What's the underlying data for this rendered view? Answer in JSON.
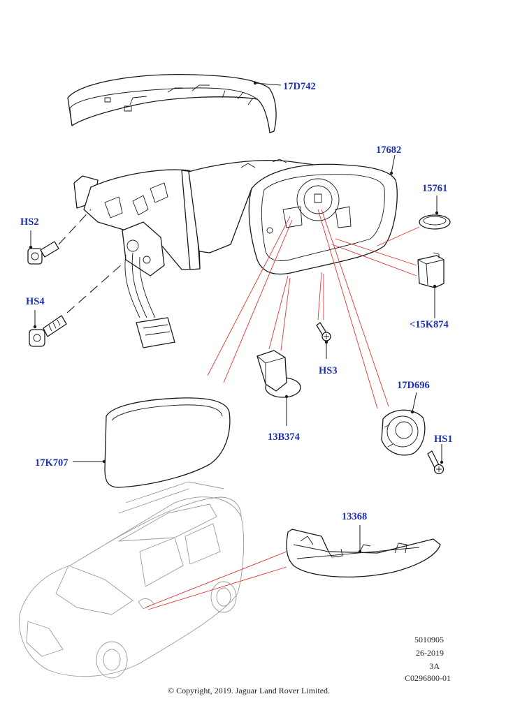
{
  "labels": {
    "cap": "17D742",
    "housing": "17682",
    "plug": "15761",
    "clip": "<15K874",
    "hs2": "HS2",
    "hs4": "HS4",
    "hs3": "HS3",
    "motor": "17D696",
    "hs1": "HS1",
    "lamp": "13B374",
    "glass": "17K707",
    "indicator": "13368"
  },
  "meta": {
    "line1": "5010905",
    "line2": "26-2019",
    "line3": "3A",
    "line4": "C0296800-01"
  },
  "copyright": "© Copyright, 2019. Jaguar Land Rover Limited.",
  "colors": {
    "label": "#1a2fb5",
    "callout_line": "#e23333",
    "vehicle_outline": "#9a9a9a"
  }
}
